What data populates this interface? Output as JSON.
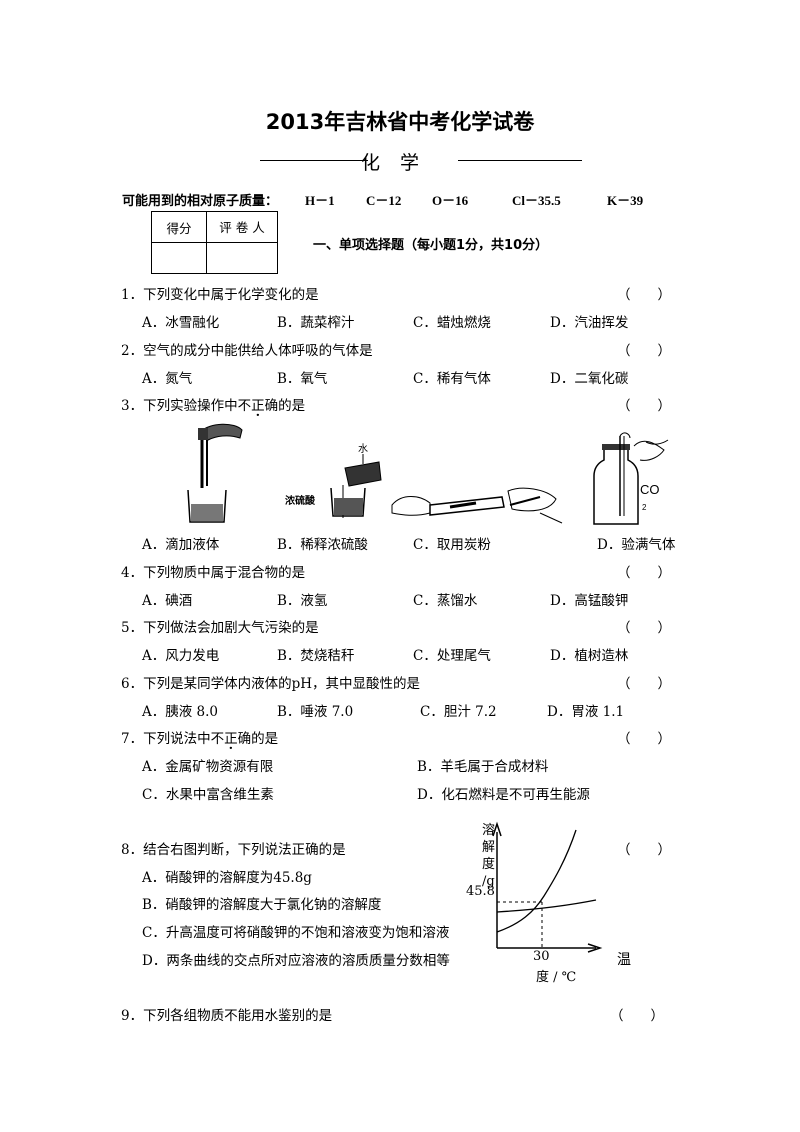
{
  "title": "2013年吉林省中考化学试卷",
  "subtitle": "化学",
  "atomic_mass": {
    "label": "可能用到的相对原子质量：",
    "items": [
      "H－1",
      "C－12",
      "O－16",
      "Cl－35.5",
      "K－39"
    ]
  },
  "score_table": {
    "col1": "得分",
    "col2": "评 卷 人"
  },
  "section1": "一、单项选择题（每小题1分，共10分）",
  "paren": "（　　）",
  "questions": [
    {
      "stem": "1．下列变化中属于化学变化的是",
      "options": [
        "A．冰雪融化",
        "B．蔬菜榨汁",
        "C．蜡烛燃烧",
        "D．汽油挥发"
      ]
    },
    {
      "stem": "2．空气的成分中能供给人体呼吸的气体是",
      "options": [
        "A．氮气",
        "B．氧气",
        "C．稀有气体",
        "D．二氧化碳"
      ]
    },
    {
      "stem_pre": "3．下列实验操作中",
      "stem_em": "不正确",
      "stem_post": "的是",
      "options": [
        "A．滴加液体",
        "B．稀释浓硫酸",
        "C．取用炭粉",
        "D．验满气体"
      ],
      "fig_labels": {
        "water": "水",
        "acid": "浓硫酸",
        "co2": "CO",
        "co2_sub": "2"
      }
    },
    {
      "stem": "4．下列物质中属于混合物的是",
      "options": [
        "A．碘酒",
        "B．液氢",
        "C．蒸馏水",
        "D．高锰酸钾"
      ]
    },
    {
      "stem": "5．下列做法会加剧大气污染的是",
      "options": [
        "A．风力发电",
        "B．焚烧秸秆",
        "C．处理尾气",
        "D．植树造林"
      ]
    },
    {
      "stem": "6．下列是某同学体内液体的pH，其中显酸性的是",
      "options": [
        "A．胰液 8.0",
        "B．唾液 7.0",
        "C．胆汁 7.2",
        "D．胃液 1.1"
      ]
    },
    {
      "stem_pre": "7．下列说法中",
      "stem_em": "不正确",
      "stem_post": "的是",
      "options": [
        "A．金属矿物资源有限",
        "B．羊毛属于合成材料",
        "C．水果中富含维生素",
        "D．化石燃料是不可再生能源"
      ]
    },
    {
      "stem": "8．结合右图判断，下列说法正确的是",
      "options": [
        "A．硝酸钾的溶解度为45.8g",
        "B．硝酸钾的溶解度大于氯化钠的溶解度",
        "C．升高温度可将硝酸钾的不饱和溶液变为饱和溶液",
        "D．两条曲线的交点所对应溶液的溶质质量分数相等"
      ],
      "graph": {
        "y_label": [
          "溶",
          "解",
          "度",
          "/g"
        ],
        "y_value": "45.8",
        "x_value": "30",
        "x_label_1": "温",
        "x_label_2": "度 / ℃"
      }
    },
    {
      "stem": "9．下列各组物质不能用水鉴别的是"
    }
  ]
}
